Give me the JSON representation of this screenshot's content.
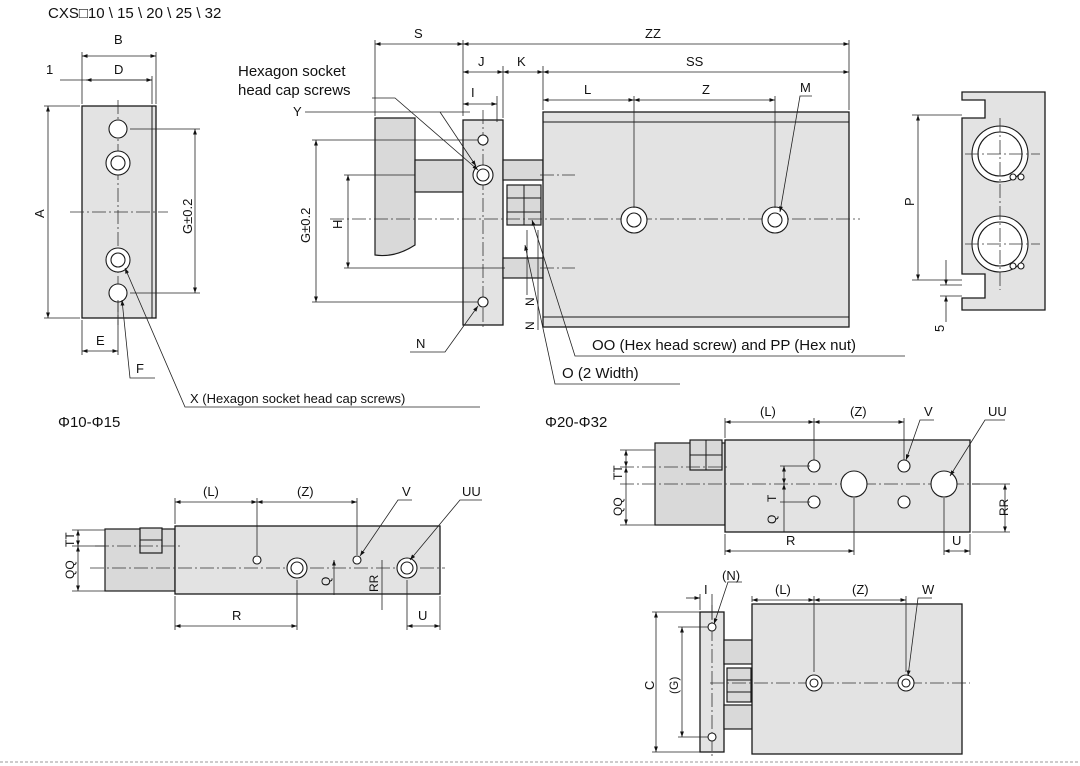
{
  "title": "CXS□10 \\ 15 \\ 20 \\ 25 \\ 32",
  "sections": {
    "small": "Φ10-Φ15",
    "large": "Φ20-Φ32"
  },
  "callouts": {
    "hex_socket_line1": "Hexagon socket",
    "hex_socket_line2": "head cap screws",
    "x_screws": "X (Hexagon socket head cap screws)",
    "oo_pp": "OO (Hex head screw) and  PP (Hex nut)",
    "o_width": "O (2 Width)"
  },
  "dims": {
    "A": "A",
    "B": "B",
    "C": "C",
    "D": "D",
    "E": "E",
    "F": "F",
    "G_tol": "G±0.2",
    "G_paren": "(G)",
    "H": "H",
    "I": "I",
    "J": "J",
    "K": "K",
    "L": "L",
    "L_paren": "(L)",
    "M": "M",
    "N": "N",
    "N_paren": "(N)",
    "P": "P",
    "Q": "Q",
    "QQ": "QQ",
    "R": "R",
    "RR": "RR",
    "S": "S",
    "SS": "SS",
    "T": "T",
    "TT": "TT",
    "U": "U",
    "UU": "UU",
    "V": "V",
    "W": "W",
    "X": "X",
    "Y": "Y",
    "Z": "Z",
    "Z_paren": "(Z)",
    "ZZ": "ZZ",
    "one": "1",
    "five": "5"
  }
}
